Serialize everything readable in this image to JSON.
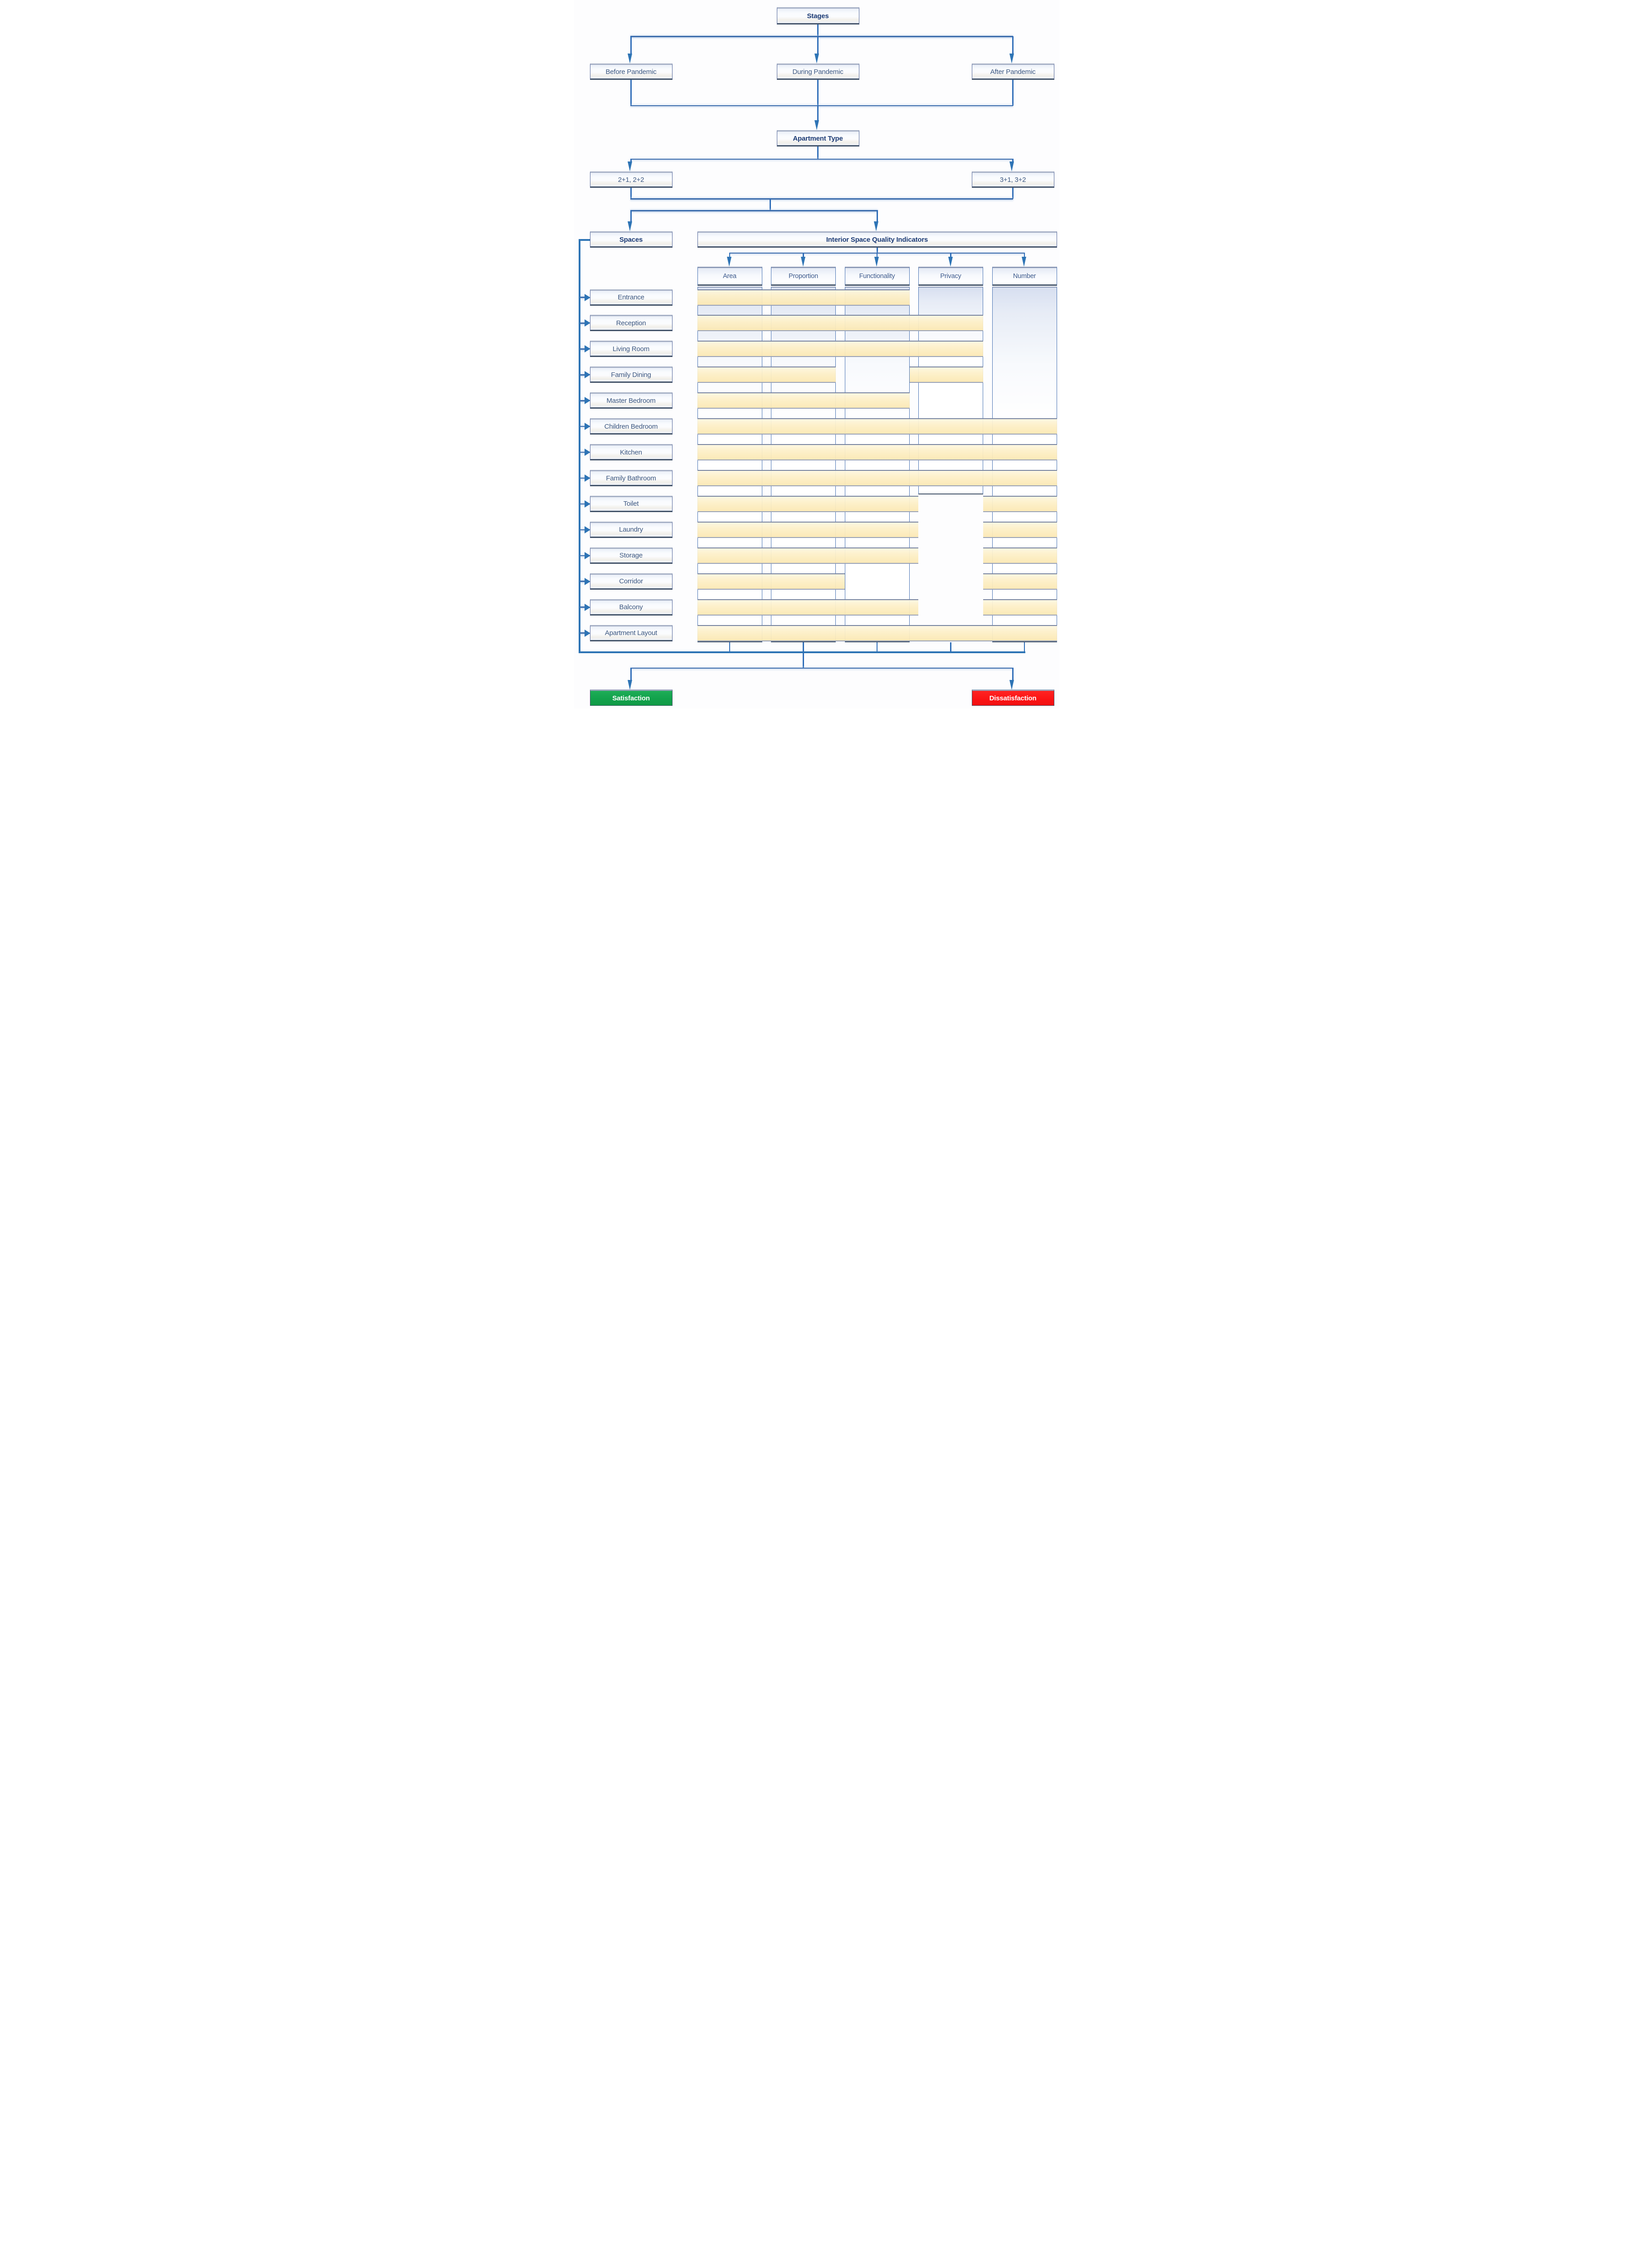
{
  "diagram": {
    "stages_title": "Stages",
    "stages": [
      "Before Pandemic",
      "During Pandemic",
      "After Pandemic"
    ],
    "apartment_type_title": "Apartment Type",
    "apartment_types": [
      "2+1, 2+2",
      "3+1, 3+2"
    ],
    "spaces_title": "Spaces",
    "indicators_title": "Interior Space Quality Indicators",
    "indicators": [
      "Area",
      "Proportion",
      "Functionality",
      "Privacy",
      "Number"
    ],
    "spaces": [
      "Entrance",
      "Reception",
      "Living Room",
      "Family Dining",
      "Master Bedroom",
      "Children Bedroom",
      "Kitchen",
      "Family Bathroom",
      "Toilet",
      "Laundry",
      "Storage",
      "Corridor",
      "Balcony",
      "Apartment Layout"
    ],
    "outcomes": {
      "positive": "Satisfaction",
      "negative": "Dissatisfaction"
    },
    "coverage_matrix": {
      "columns": [
        "Area",
        "Proportion",
        "Functionality",
        "Privacy",
        "Number"
      ],
      "rows": [
        {
          "space": "Entrance",
          "covers": [
            1,
            1,
            1,
            0,
            0
          ]
        },
        {
          "space": "Reception",
          "covers": [
            1,
            1,
            1,
            1,
            0
          ]
        },
        {
          "space": "Living Room",
          "covers": [
            1,
            1,
            1,
            1,
            0
          ]
        },
        {
          "space": "Family Dining",
          "covers": [
            1,
            1,
            0,
            1,
            0
          ]
        },
        {
          "space": "Master Bedroom",
          "covers": [
            1,
            1,
            1,
            0,
            0
          ]
        },
        {
          "space": "Children Bedroom",
          "covers": [
            1,
            1,
            1,
            1,
            1
          ]
        },
        {
          "space": "Kitchen",
          "covers": [
            1,
            1,
            1,
            1,
            1
          ]
        },
        {
          "space": "Family Bathroom",
          "covers": [
            1,
            1,
            1,
            1,
            1
          ]
        },
        {
          "space": "Toilet",
          "covers": [
            1,
            1,
            1,
            0,
            1
          ]
        },
        {
          "space": "Laundry",
          "covers": [
            1,
            1,
            1,
            0,
            1
          ]
        },
        {
          "space": "Storage",
          "covers": [
            1,
            1,
            1,
            0,
            1
          ]
        },
        {
          "space": "Corridor",
          "covers": [
            1,
            1,
            0,
            0,
            1
          ]
        },
        {
          "space": "Balcony",
          "covers": [
            1,
            1,
            1,
            0,
            1
          ]
        },
        {
          "space": "Apartment Layout",
          "covers": [
            1,
            1,
            1,
            1,
            1
          ]
        }
      ]
    },
    "bar_segments": [
      [
        [
          "a_l",
          "f_r"
        ]
      ],
      [
        [
          "a_l",
          "v_r"
        ]
      ],
      [
        [
          "a_l",
          "v_r"
        ]
      ],
      [
        [
          "a_l",
          "p_r"
        ],
        [
          "f_r",
          "v_r"
        ]
      ],
      [
        [
          "a_l",
          "f_r"
        ]
      ],
      [
        [
          "a_l",
          "n_r"
        ]
      ],
      [
        [
          "a_l",
          "n_r"
        ]
      ],
      [
        [
          "a_l",
          "n_r"
        ]
      ],
      [
        [
          "a_l",
          "v_l"
        ],
        [
          "v_r",
          "n_r"
        ]
      ],
      [
        [
          "a_l",
          "v_l"
        ],
        [
          "v_r",
          "n_r"
        ]
      ],
      [
        [
          "a_l",
          "v_l"
        ],
        [
          "v_r",
          "n_r"
        ]
      ],
      [
        [
          "a_l",
          "f_l"
        ],
        [
          "v_r",
          "n_r"
        ]
      ],
      [
        [
          "a_l",
          "v_l"
        ],
        [
          "v_r",
          "n_r"
        ]
      ],
      [
        [
          "a_l",
          "n_r"
        ]
      ]
    ],
    "colors": {
      "connector_blue": "#2E74B5",
      "box_border_navy": "#44546A",
      "bar_yellow": "#FCEDC0",
      "text_navy": "#1F3864",
      "satisfaction_green": "#12A24C",
      "dissatisfaction_red": "#FB1314"
    }
  }
}
